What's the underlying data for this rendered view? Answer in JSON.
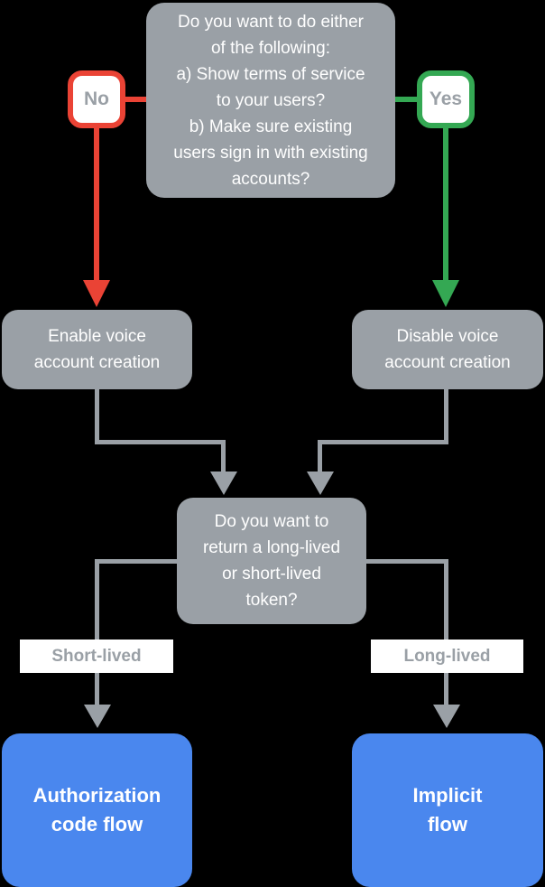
{
  "diagram": {
    "type": "decision-flowchart",
    "background": "#000000",
    "colors": {
      "node_gray": "#9AA0A6",
      "node_text_white": "#FFFFFF",
      "no_red": "#EA4335",
      "yes_green": "#34A853",
      "outcome_blue": "#4A87EE",
      "edge_label_bg": "#FFFFFF",
      "edge_label_text": "#9AA0A6"
    },
    "nodes": {
      "question_terms": {
        "text": "Do you want to do either\nof the following:\na) Show terms of service\nto your users?\nb) Make sure existing\nusers sign in with existing\naccounts?"
      },
      "enable_voice": {
        "text": "Enable voice\naccount creation"
      },
      "disable_voice": {
        "text": "Disable voice\naccount creation"
      },
      "question_token": {
        "text": "Do you want to\nreturn a long-lived\nor short-lived\ntoken?"
      },
      "authorization_code_flow": {
        "text": "Authorization\ncode flow"
      },
      "implicit_flow": {
        "text": "Implicit\nflow"
      }
    },
    "edge_labels": {
      "no": "No",
      "yes": "Yes",
      "short_lived": "Short-lived",
      "long_lived": "Long-lived"
    }
  }
}
